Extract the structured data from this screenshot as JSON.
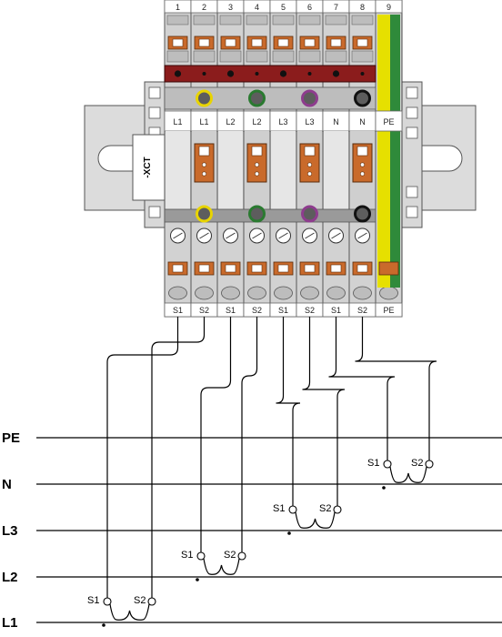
{
  "block": {
    "designation": "-XCT",
    "terminal_numbers": [
      "1",
      "2",
      "3",
      "4",
      "5",
      "6",
      "7",
      "8",
      "9"
    ],
    "top_labels": [
      "L1",
      "L1",
      "L2",
      "L2",
      "L3",
      "L3",
      "N",
      "N",
      "PE"
    ],
    "bottom_labels": [
      "S1",
      "S2",
      "S1",
      "S2",
      "S1",
      "S2",
      "S1",
      "S2",
      "PE"
    ],
    "ring_colors": [
      "#e8d400",
      "#2a7a30",
      "#8e3c8e",
      "#111111"
    ]
  },
  "busbars": [
    "PE",
    "N",
    "L3",
    "L2",
    "L1"
  ],
  "transformers": [
    {
      "s1": "S1",
      "s2": "S2"
    },
    {
      "s1": "S1",
      "s2": "S2"
    },
    {
      "s1": "S1",
      "s2": "S2"
    },
    {
      "s1": "S1",
      "s2": "S2"
    }
  ],
  "colors": {
    "terminal_grey": "#d2d2d2",
    "orange": "#c96a2b",
    "red_bridge": "#8b1c1c",
    "pe_green": "#2f8a3a",
    "pe_yellow": "#e6e000",
    "rail": "#dcdcdc"
  }
}
